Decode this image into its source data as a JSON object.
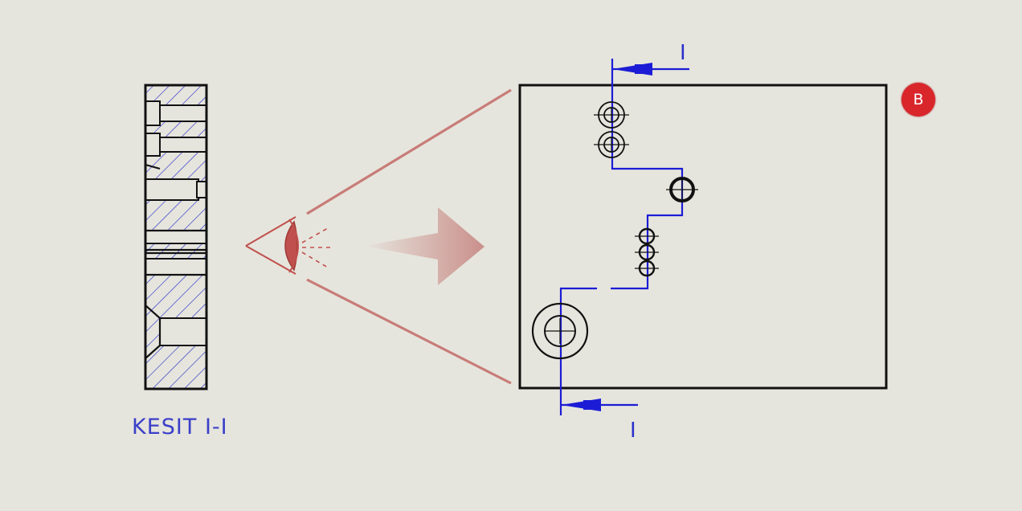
{
  "section_view": {
    "title": "KESIT I-I"
  },
  "main_view": {
    "cut_label_top": "I",
    "cut_label_bottom": "I"
  },
  "badge": {
    "label": "B"
  },
  "colors": {
    "background": "#e6e5dd",
    "outline": "#111111",
    "section_line": "#1c1cd6",
    "hatch": "#2a2fcc",
    "eye_accent": "#c0504d"
  }
}
